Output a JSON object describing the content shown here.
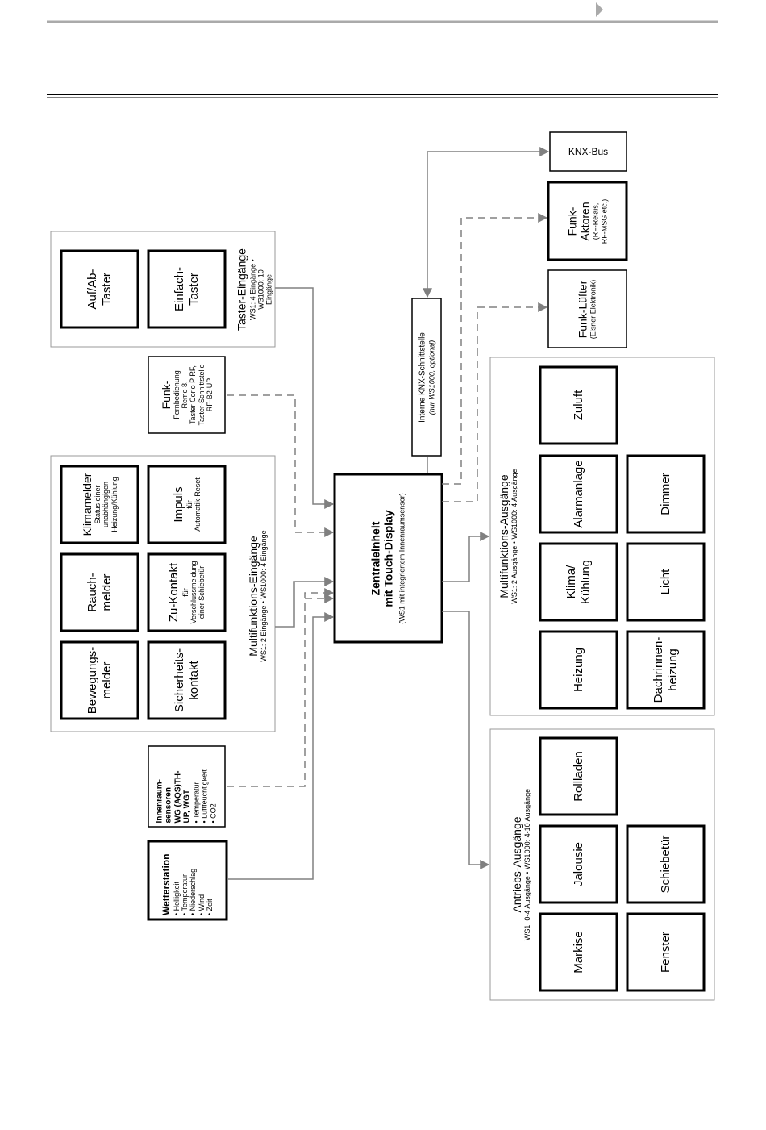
{
  "groups": {
    "taster": {
      "title": "Taster-Eingänge",
      "subtitle": "WS1: 4 Eingänge • WS1000: 10 Eingänge"
    },
    "multi_in": {
      "title": "Multifunktions-Eingänge",
      "subtitle": "WS1: 2 Eingänge • WS1000: 4 Eingänge"
    },
    "multi_out": {
      "title": "Multifunktions-Ausgänge",
      "subtitle": "WS1: 2 Ausgänge • WS1000: 4 Ausgänge"
    },
    "antrieb": {
      "title": "Antriebs-Ausgänge",
      "subtitle": "WS1: 0-4 Ausgänge • WS1000: 4-10 Ausgänge"
    }
  },
  "boxes": {
    "auf_ab": "Auf/Ab-\nTaster",
    "einfach": "Einfach-\nTaster",
    "funk_fern": {
      "title": "Funk-",
      "detail": "Fernbedienung\nRemo 8,\nTaster Corlo P RF,\nTaster-Schnittstelle\nRF-B2-UP"
    },
    "klima_melder": {
      "title": "Klimamelder",
      "detail": "Status einer\nunabhängigen\nHeizung/Kühlung"
    },
    "impuls": {
      "title": "Impuls",
      "detail": "für\nAutomatik-Reset"
    },
    "rauch": "Rauch-\nmelder",
    "zu_kontakt": {
      "title": "Zu-Kontakt",
      "detail": "für\nVerschlussmeldung\neiner Schiebetür"
    },
    "bewegung": "Bewegungs-\nmelder",
    "sicherheit": "Sicherheits-\nkontakt",
    "innenraum": {
      "title": "Innenraum-\nsensoren\nWG (AQS)TH-\nUP, WGT",
      "items": [
        "• Temperatur",
        "• Luftfeuchtigkeit",
        "• CO2"
      ]
    },
    "wetter": {
      "title": "Wetterstation",
      "items": [
        "• Helligkeit",
        "• Temperatur",
        "• Niederschlag",
        "• Wind",
        "• Zeit"
      ]
    },
    "zentral": {
      "title": "Zentraleinheit\nmit Touch-Display",
      "detail": "(WS1 mit integriertem Innenraumsensor)"
    },
    "interne_knx": {
      "title": "Interne KNX-Schnittstelle",
      "detail": "(nur WS1000, optional)"
    },
    "knx_bus": "KNX-Bus",
    "funk_aktoren": {
      "title": "Funk-\nAktoren",
      "detail": "(RF-Relais,\nRF-MSG etc.)"
    },
    "funk_luefter": {
      "title": "Funk-Lüfter",
      "detail": "(Elsner Elektronik)"
    },
    "zuluft": "Zuluft",
    "alarm": "Alarmanlage",
    "dimmer": "Dimmer",
    "klima_kuehl": "Klima/\nKühlung",
    "licht": "Licht",
    "heizung": "Heizung",
    "dachrinne": "Dachrinnen-\nheizung",
    "rollladen": "Rollladen",
    "jalousie": "Jalousie",
    "schiebetuer": "Schiebetür",
    "markise": "Markise",
    "fenster": "Fenster"
  },
  "colors": {
    "line": "#808080",
    "frame": "#999999",
    "box": "#000000"
  }
}
